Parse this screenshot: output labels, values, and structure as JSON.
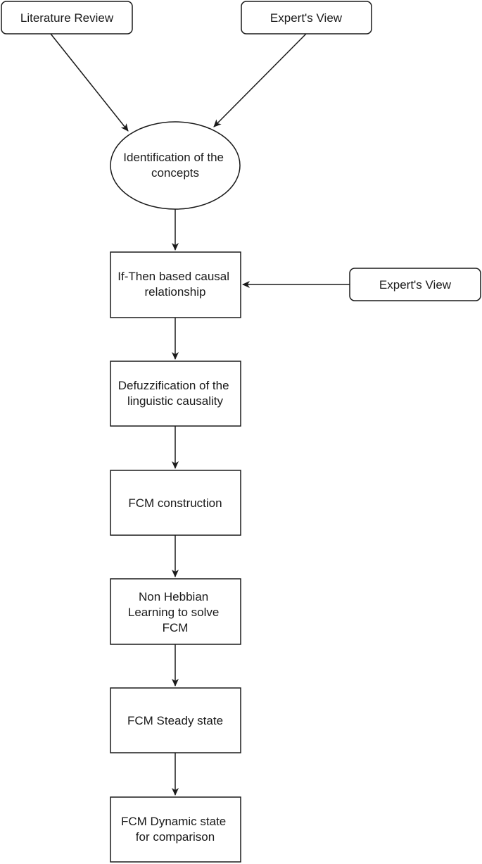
{
  "nodes": {
    "literature_review": {
      "lines": [
        "Literature Review"
      ]
    },
    "experts_view_top": {
      "lines": [
        "Expert's View"
      ]
    },
    "identification": {
      "lines": [
        "Identification of the",
        "concepts"
      ]
    },
    "if_then": {
      "lines": [
        "If-Then based causal",
        "relationship"
      ]
    },
    "experts_view_side": {
      "lines": [
        "Expert's View"
      ]
    },
    "defuzzification": {
      "lines": [
        "Defuzzification of the",
        "linguistic causality"
      ]
    },
    "fcm_construction": {
      "lines": [
        "FCM construction"
      ]
    },
    "non_hebbian": {
      "lines": [
        "Non Hebbian",
        "Learning to solve",
        "FCM"
      ]
    },
    "steady_state": {
      "lines": [
        "FCM Steady state"
      ]
    },
    "dynamic_state": {
      "lines": [
        "FCM Dynamic state",
        "for comparison"
      ]
    }
  },
  "edges": [
    {
      "from": "literature_review",
      "to": "identification"
    },
    {
      "from": "experts_view_top",
      "to": "identification"
    },
    {
      "from": "identification",
      "to": "if_then"
    },
    {
      "from": "experts_view_side",
      "to": "if_then"
    },
    {
      "from": "if_then",
      "to": "defuzzification"
    },
    {
      "from": "defuzzification",
      "to": "fcm_construction"
    },
    {
      "from": "fcm_construction",
      "to": "non_hebbian"
    },
    {
      "from": "non_hebbian",
      "to": "steady_state"
    },
    {
      "from": "steady_state",
      "to": "dynamic_state"
    }
  ]
}
